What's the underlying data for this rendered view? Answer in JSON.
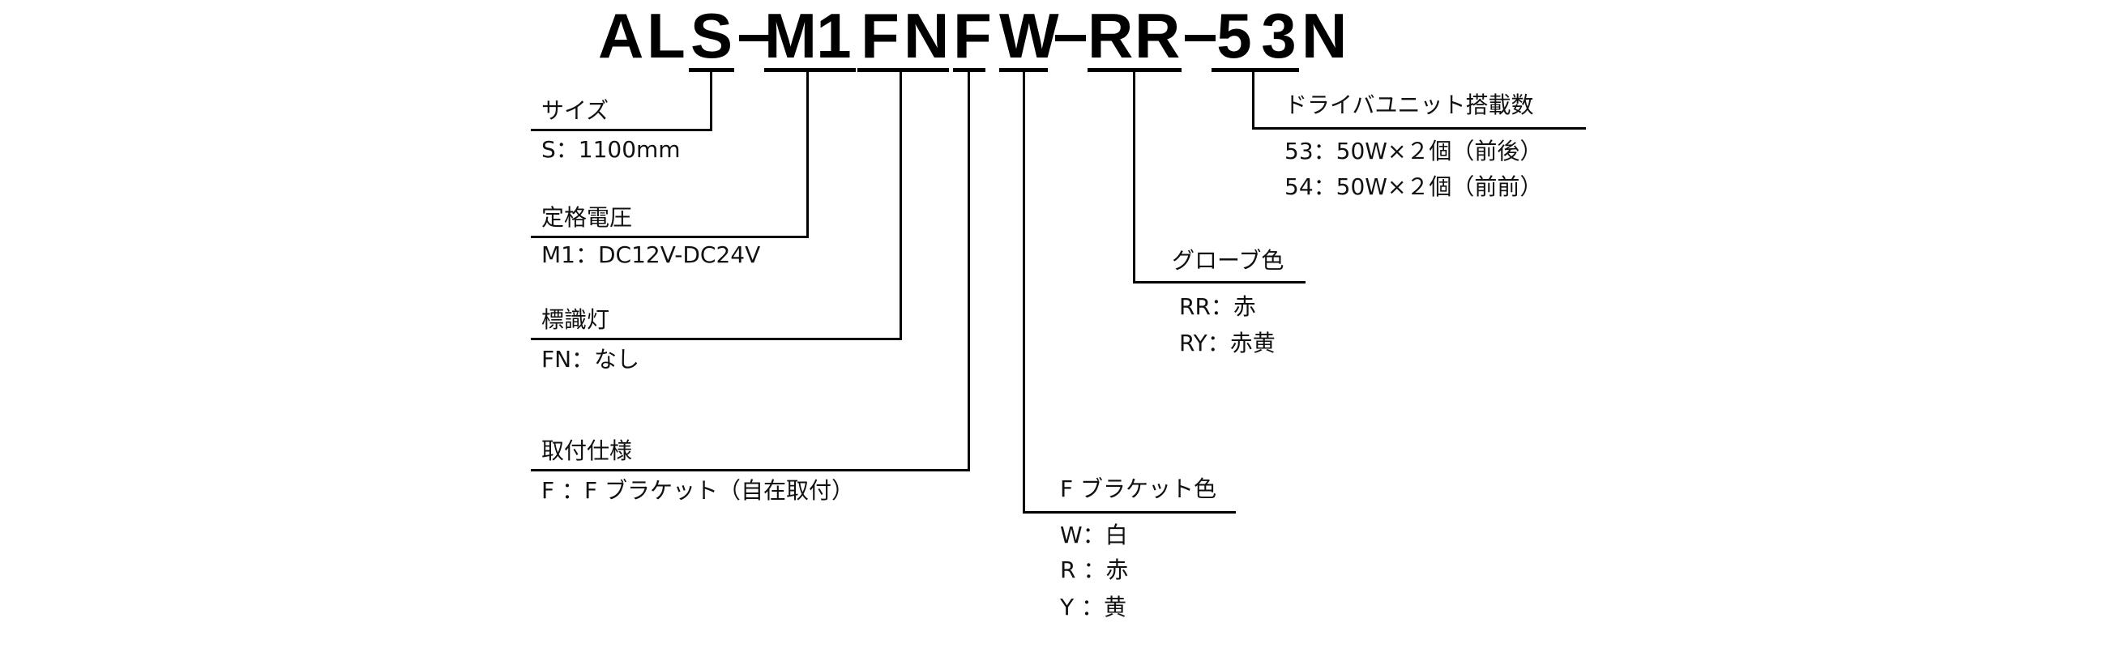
{
  "model_code": {
    "chars": [
      "A",
      "L",
      "S",
      "M",
      "1",
      "F",
      "N",
      "F",
      "W",
      "R",
      "R",
      "5",
      "3",
      "N"
    ]
  },
  "segments": {
    "size": {
      "title": "サイズ",
      "options": [
        "S：1100mm"
      ]
    },
    "rated_voltage": {
      "title": "定格電圧",
      "options": [
        "M1：DC12V-DC24V"
      ]
    },
    "indicator": {
      "title": "標識灯",
      "options": [
        "FN：なし"
      ]
    },
    "mounting": {
      "title": "取付仕様",
      "options": [
        "F ：F ブラケット（自在取付）"
      ]
    },
    "bracket_color": {
      "title": "F ブラケット色",
      "options": [
        "W：白",
        "R ：赤",
        "Y ：黄"
      ]
    },
    "globe_color": {
      "title": "グローブ色",
      "options": [
        "RR：赤",
        "RY：赤黄"
      ]
    },
    "driver_units": {
      "title": "ドライバユニット搭載数",
      "options": [
        "53：50W×２個（前後）",
        "54：50W×２個（前前）"
      ]
    }
  }
}
